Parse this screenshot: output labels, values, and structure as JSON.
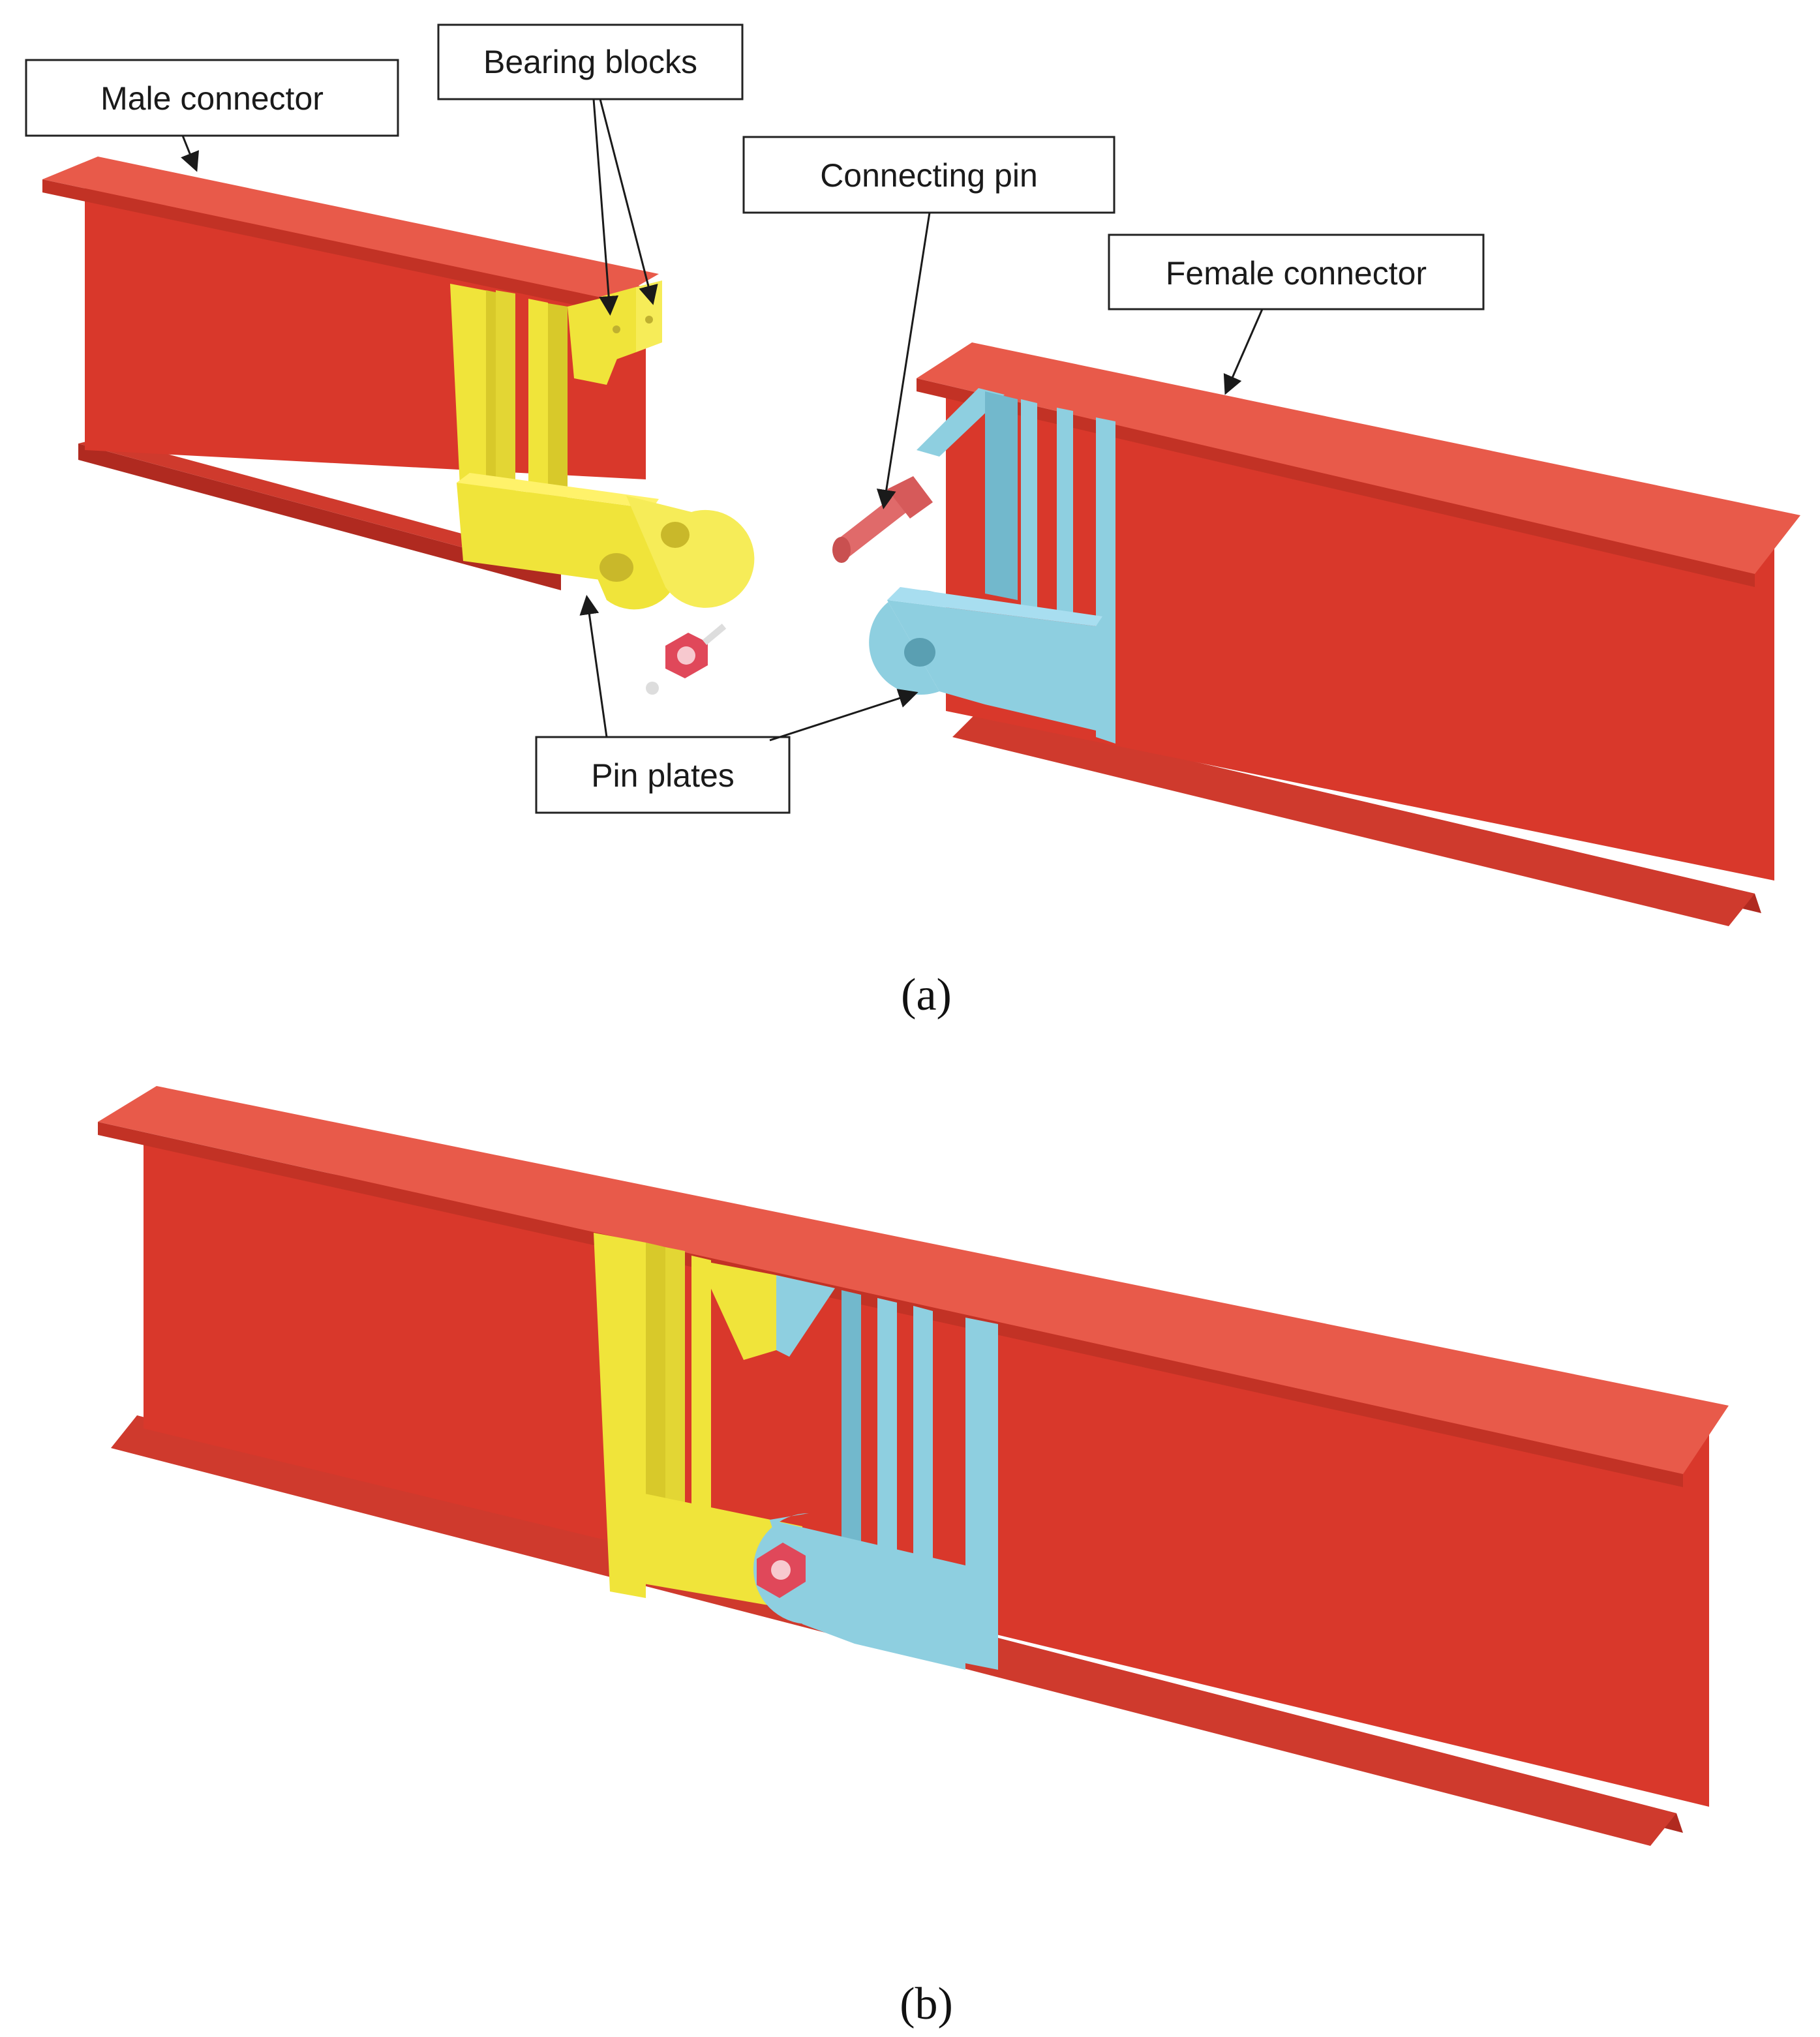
{
  "figure": {
    "panel_a": {
      "caption": "(a)",
      "callouts": {
        "male_connector": "Male connector",
        "bearing_blocks": "Bearing blocks",
        "connecting_pin": "Connecting pin",
        "female_connector": "Female connector",
        "pin_plates": "Pin plates"
      }
    },
    "panel_b": {
      "caption": "(b)"
    },
    "colors": {
      "beam": "#d9382b",
      "beam_top": "#e85a4a",
      "beam_shadow": "#b02a20",
      "male_plate": "#f0e43a",
      "male_plate_shade": "#d8c92a",
      "female_plate": "#8ecfe0",
      "female_plate_shade": "#72b8cc",
      "pin": "#e06a6a",
      "nut": "#e0485a"
    }
  }
}
